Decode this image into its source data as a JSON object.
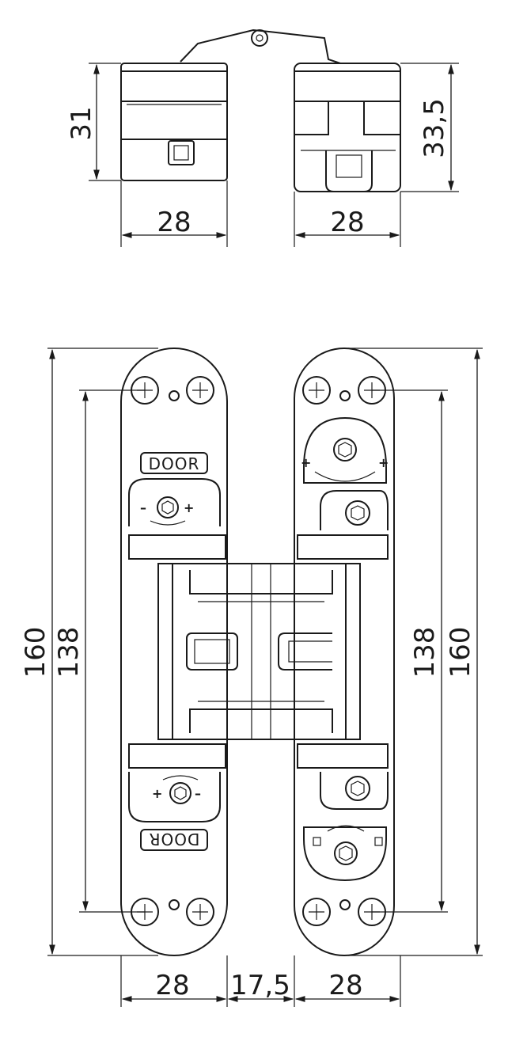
{
  "top_view": {
    "left_height": "31",
    "right_height": "33,5",
    "left_width": "28",
    "right_width": "28"
  },
  "front_view": {
    "left_total": "160",
    "left_holes": "138",
    "right_holes": "138",
    "right_total": "160",
    "bottom_left": "28",
    "bottom_gap": "17,5",
    "bottom_right": "28",
    "door_label": "DOOR"
  }
}
